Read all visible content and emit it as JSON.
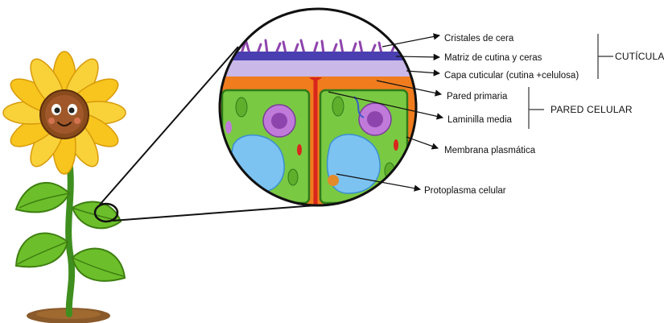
{
  "labels": {
    "cristales": "Cristales de cera",
    "matriz": "Matriz de cutina y ceras",
    "capa": "Capa cuticular (cutina +celulosa)",
    "pared_primaria": "Pared primaria",
    "laminilla": "Laminilla media",
    "membrana": "Membrana plasmática",
    "protoplasma": "Protoplasma celular"
  },
  "groups": {
    "cuticula": "CUTÍCULA",
    "pared_celular": "PARED CELULAR"
  },
  "colors": {
    "wax": "#8e44ad",
    "cutin_matrix": "#4a3fb0",
    "cuticular_layer": "#c9b8e8",
    "primary_wall": "#f07c1e",
    "middle_lamella": "#d9261c",
    "cytoplasm": "#7ac943",
    "vacuole": "#7cc3f2",
    "nucleus": "#9b59b6",
    "petals": "#f7c51e",
    "leaf": "#6cbf2a"
  }
}
